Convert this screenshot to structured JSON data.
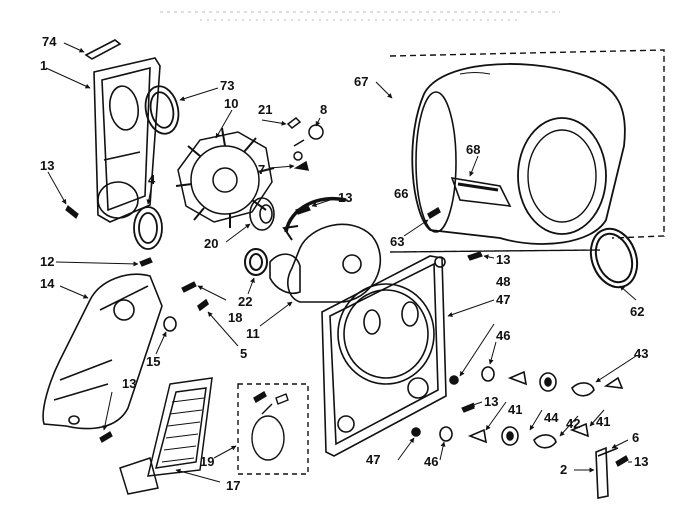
{
  "diagram": {
    "ink_color": "#111111",
    "paper_color": "#ffffff",
    "callouts": [
      {
        "id": "c74",
        "text": "74"
      },
      {
        "id": "c1",
        "text": "1"
      },
      {
        "id": "c73",
        "text": "73"
      },
      {
        "id": "c10",
        "text": "10"
      },
      {
        "id": "c21",
        "text": "21"
      },
      {
        "id": "c8",
        "text": "8"
      },
      {
        "id": "c67",
        "text": "67"
      },
      {
        "id": "c13a",
        "text": "13"
      },
      {
        "id": "c4",
        "text": "4"
      },
      {
        "id": "c7",
        "text": "7"
      },
      {
        "id": "c13b",
        "text": "13"
      },
      {
        "id": "c68",
        "text": "68"
      },
      {
        "id": "c66",
        "text": "66"
      },
      {
        "id": "c63",
        "text": "63"
      },
      {
        "id": "c20",
        "text": "20"
      },
      {
        "id": "c12",
        "text": "12"
      },
      {
        "id": "c14",
        "text": "14"
      },
      {
        "id": "c22",
        "text": "22"
      },
      {
        "id": "c18",
        "text": "18"
      },
      {
        "id": "c11",
        "text": "11"
      },
      {
        "id": "c13c",
        "text": "13"
      },
      {
        "id": "c48",
        "text": "48"
      },
      {
        "id": "c47a",
        "text": "47"
      },
      {
        "id": "c62",
        "text": "62"
      },
      {
        "id": "c15",
        "text": "15"
      },
      {
        "id": "c5",
        "text": "5"
      },
      {
        "id": "c46a",
        "text": "46"
      },
      {
        "id": "c13d",
        "text": "13"
      },
      {
        "id": "c43",
        "text": "43"
      },
      {
        "id": "c13e",
        "text": "13"
      },
      {
        "id": "c41a",
        "text": "41"
      },
      {
        "id": "c44",
        "text": "44"
      },
      {
        "id": "c42",
        "text": "42"
      },
      {
        "id": "c41b",
        "text": "41"
      },
      {
        "id": "c6",
        "text": "6"
      },
      {
        "id": "c19",
        "text": "19"
      },
      {
        "id": "c47b",
        "text": "47"
      },
      {
        "id": "c46b",
        "text": "46"
      },
      {
        "id": "c2",
        "text": "2"
      },
      {
        "id": "c13f",
        "text": "13"
      },
      {
        "id": "c17",
        "text": "17"
      }
    ]
  }
}
